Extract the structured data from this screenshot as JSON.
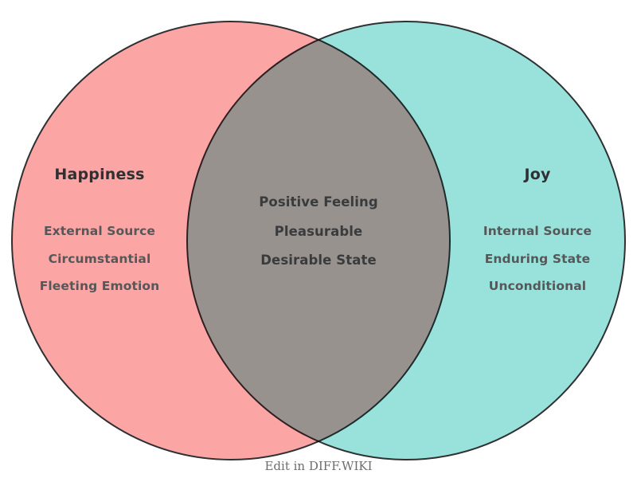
{
  "diagram": {
    "type": "venn",
    "sets": [
      {
        "id": "left",
        "title": "Happiness",
        "fill_color": "#fca5a5",
        "items": [
          "External Source",
          "Circumstantial",
          "Fleeting Emotion"
        ]
      },
      {
        "id": "right",
        "title": "Joy",
        "fill_color": "#99e2dc",
        "items": [
          "Internal Source",
          "Enduring State",
          "Unconditional"
        ]
      }
    ],
    "intersection": {
      "id": "center",
      "fill_color": "#bd9d9d",
      "items": [
        "Positive Feeling",
        "Pleasurable",
        "Desirable State"
      ]
    },
    "stroke_color": "#2f3032",
    "background_color": "#ffffff"
  },
  "footer": {
    "credit": "Edit in DIFF.WIKI"
  }
}
